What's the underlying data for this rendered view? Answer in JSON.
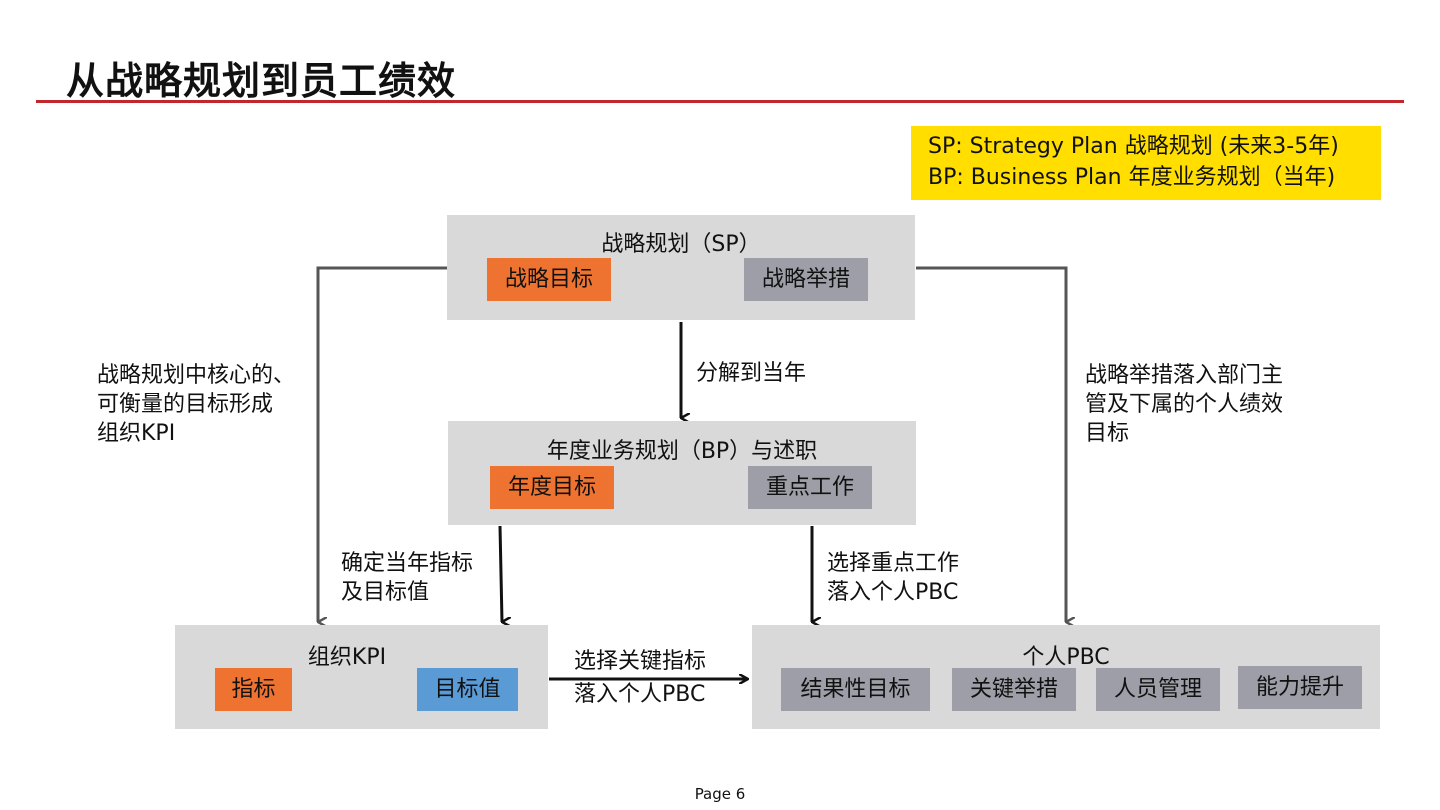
{
  "slide": {
    "title": "从战略规划到员工绩效",
    "page_label": "Page 6"
  },
  "legend": {
    "line1": "SP: Strategy Plan 战略规划 (未来3-5年)",
    "line2": "BP: Business Plan 年度业务规划（当年)"
  },
  "sp_box": {
    "title": "战略规划（SP）",
    "chip_goal": "战略目标",
    "chip_action": "战略举措"
  },
  "bp_box": {
    "title": "年度业务规划（BP）与述职",
    "chip_goal": "年度目标",
    "chip_work": "重点工作"
  },
  "kpi_box": {
    "title": "组织KPI",
    "chip_indicator": "指标",
    "chip_target": "目标值"
  },
  "pbc_box": {
    "title": "个人PBC",
    "chips": [
      "结果性目标",
      "关键举措",
      "人员管理",
      "能力提升"
    ]
  },
  "labels": {
    "left_l1": "战略规划中核心的、",
    "left_l2": "可衡量的目标形成",
    "left_l3": "组织KPI",
    "decompose": "分解到当年",
    "right_l1": "战略举措落入部门主",
    "right_l2": "管及下属的个人绩效",
    "right_l3": "目标",
    "confirm_l1": "确定当年指标",
    "confirm_l2": "及目标值",
    "select_work_l1": "选择重点工作",
    "select_work_l2": "落入个人PBC",
    "select_kpi_l1": "选择关键指标",
    "select_kpi_l2": "落入个人PBC"
  },
  "colors": {
    "accent_red": "#c0282d",
    "legend_yellow": "#ffde00",
    "box_gray": "#d9d9d9",
    "chip_orange": "#ee7330",
    "chip_gray": "#9d9ea7",
    "chip_blue": "#5b9bd5"
  }
}
